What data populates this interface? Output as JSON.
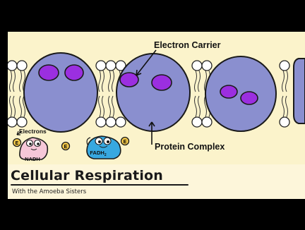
{
  "labels": {
    "electron_carrier": "Electron Carrier",
    "protein_complex": "Protein Complex",
    "electrons": "Electrons",
    "nadh": "NADH",
    "fadh2": "FADH",
    "fadh2_subscript": "2",
    "electron_symbol": "E"
  },
  "title": "Cellular Respiration",
  "subtitle": "With the Amoeba Sisters",
  "colors": {
    "background": "#fbf3cb",
    "protein": "#8a8fcf",
    "carrier": "#9b2fe0",
    "electron": "#f2c84a",
    "nadh": "#f6c7d8",
    "fadh2": "#37a8e0"
  },
  "icons": [
    "arrow-icon",
    "nadh-character",
    "fadh2-character",
    "electron-icon"
  ]
}
